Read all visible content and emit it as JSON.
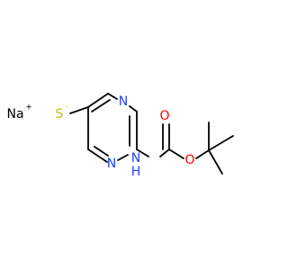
{
  "molecule": {
    "atoms": {
      "na": {
        "symbol": "Na",
        "charge": "+",
        "color": "#000000"
      },
      "s": {
        "symbol": "S",
        "charge": "-",
        "color": "#c6c600"
      },
      "n_ring_top": {
        "symbol": "N",
        "color": "#2442f0"
      },
      "n_ring_bottom": {
        "symbol": "N",
        "color": "#2442f0"
      },
      "nh_n": {
        "symbol": "N",
        "color": "#2442f0"
      },
      "nh_h": {
        "symbol": "H",
        "color": "#2442f0"
      },
      "o_carbonyl": {
        "symbol": "O",
        "color": "#ff0000"
      },
      "o_ester": {
        "symbol": "O",
        "color": "#ff0000"
      }
    }
  }
}
